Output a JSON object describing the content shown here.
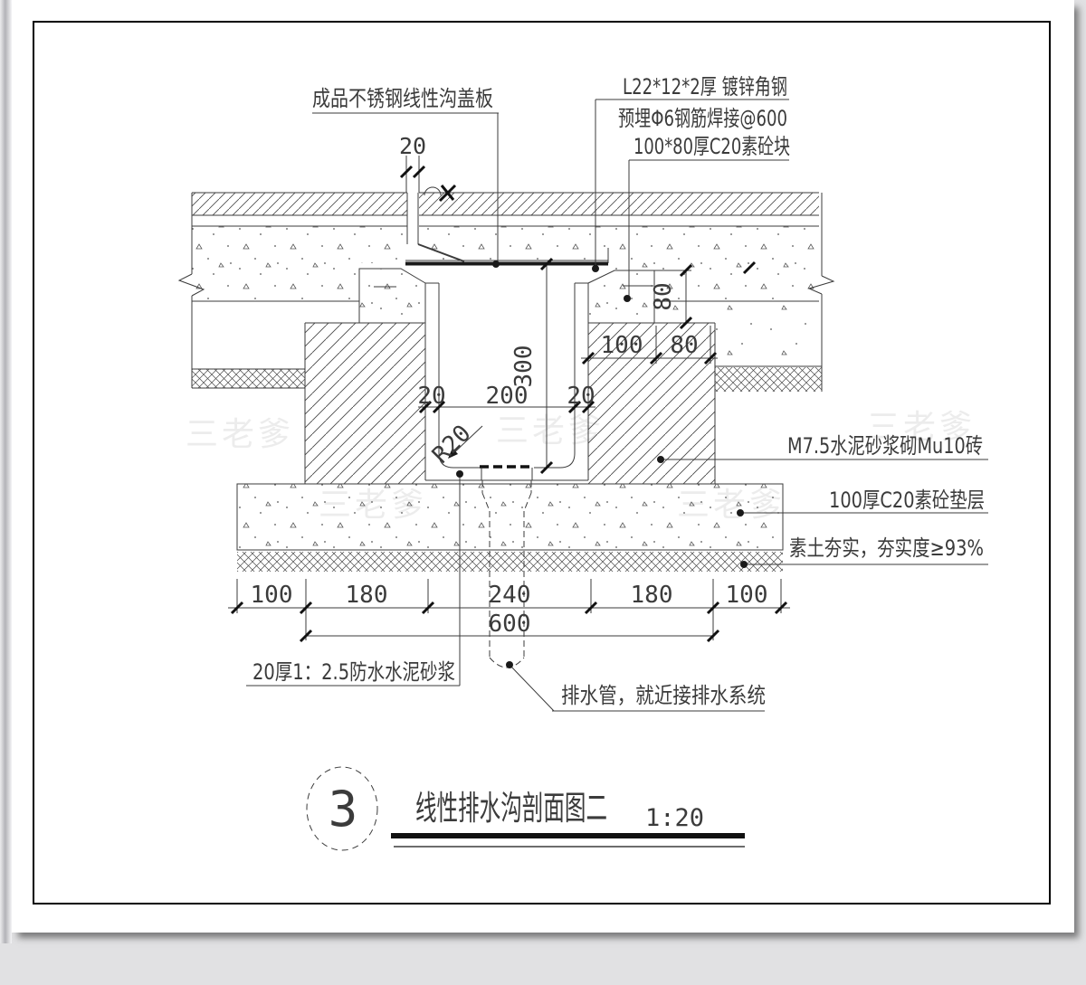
{
  "window": {
    "watermark": "三老爹"
  },
  "title_block": {
    "number": "3",
    "title": "线性排水沟剖面图二",
    "scale": "1:20"
  },
  "labels": {
    "cover_plate": "成品不锈钢线性沟盖板",
    "angle_steel": "L22*12*2厚 镀锌角钢",
    "embed_rebar": "预埋Φ6钢筋焊接@600",
    "concrete_block": "100*80厚C20素砼块",
    "masonry": "M7.5水泥砂浆砌Mu10砖",
    "bedding": "100厚C20素砼垫层",
    "subgrade": "素土夯实，夯实度≥93%",
    "waterproof_mortar": "20厚1：2.5防水水泥砂浆",
    "drain_pipe": "排水管，就近接排水系统"
  },
  "dimensions": {
    "cover_gap": "20",
    "block_height": "80",
    "wall_width_1": "100",
    "wall_width_2": "80",
    "lining_left": "20",
    "channel_width": "200",
    "lining_right": "20",
    "channel_depth": "300",
    "corner_radius": "R20",
    "footing": [
      "100",
      "180",
      "240",
      "180",
      "100"
    ],
    "footing_total": "600"
  },
  "colors": {
    "line": "#3b3b3b",
    "paper": "#ffffff",
    "canvas": "#e1e1e3",
    "watermark": "#ececec"
  }
}
